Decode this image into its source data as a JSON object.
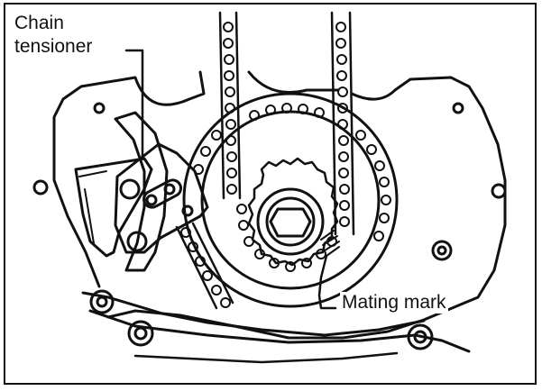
{
  "labels": {
    "tensioner_line1": "Chain",
    "tensioner_line2": "tensioner",
    "mating_mark": "Mating mark"
  },
  "colors": {
    "ink": "#111111",
    "paper": "#ffffff"
  }
}
